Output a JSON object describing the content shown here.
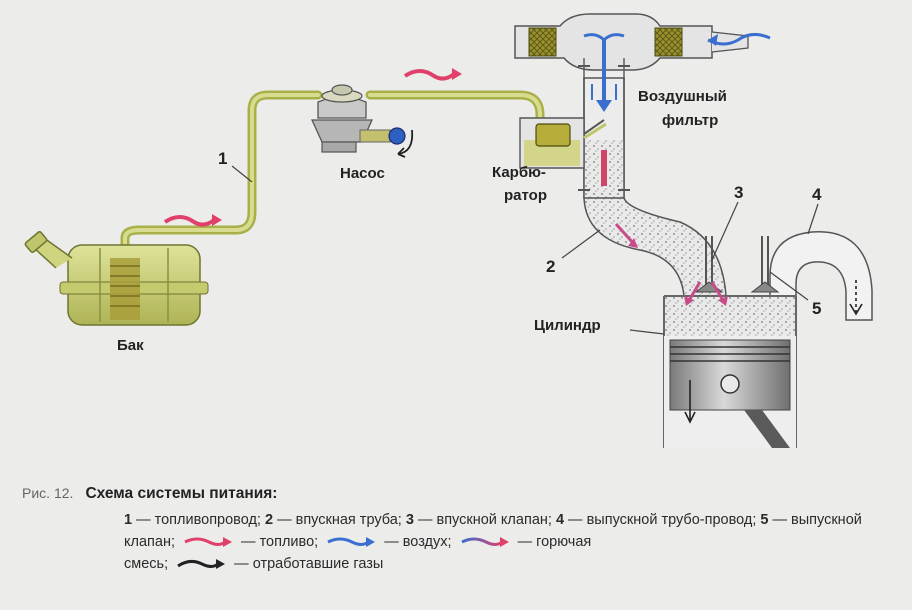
{
  "labels": {
    "tank": "Бак",
    "pump": "Насос",
    "carb_1": "Карбю-",
    "carb_2": "ратор",
    "filter_1": "Воздушный",
    "filter_2": "фильтр",
    "cylinder": "Цилиндр"
  },
  "numbers": [
    "1",
    "2",
    "3",
    "4",
    "5"
  ],
  "caption": {
    "fig": "Рис. 12.",
    "title": "Схема системы питания:",
    "items": [
      {
        "num": "1",
        "text": " — топливопровод; "
      },
      {
        "num": "2",
        "text": " — впускная труба; "
      },
      {
        "num": "3",
        "text": " — впускной клапан; "
      },
      {
        "num": "4",
        "text": " — выпускной трубо-провод; "
      },
      {
        "num": "5",
        "text": " — выпускной клапан; "
      }
    ],
    "fuel": " — топливо; ",
    "air": " — воздух; ",
    "mix_1": " — горючая",
    "mix_2": "смесь; ",
    "exhaust": " — отработавшие газы"
  },
  "colors": {
    "fuel": "#e0406a",
    "air": "#3a6fd0",
    "tank": "#c9cf7a",
    "pipe": "#b8bf5c",
    "filter": "#8e8a2a",
    "mixture": "#dcdcdc",
    "exhaust": "#222222"
  },
  "icons": [
    "fuel-arrow-icon",
    "air-arrow-icon",
    "mixture-arrow-icon",
    "exhaust-arrow-icon"
  ]
}
